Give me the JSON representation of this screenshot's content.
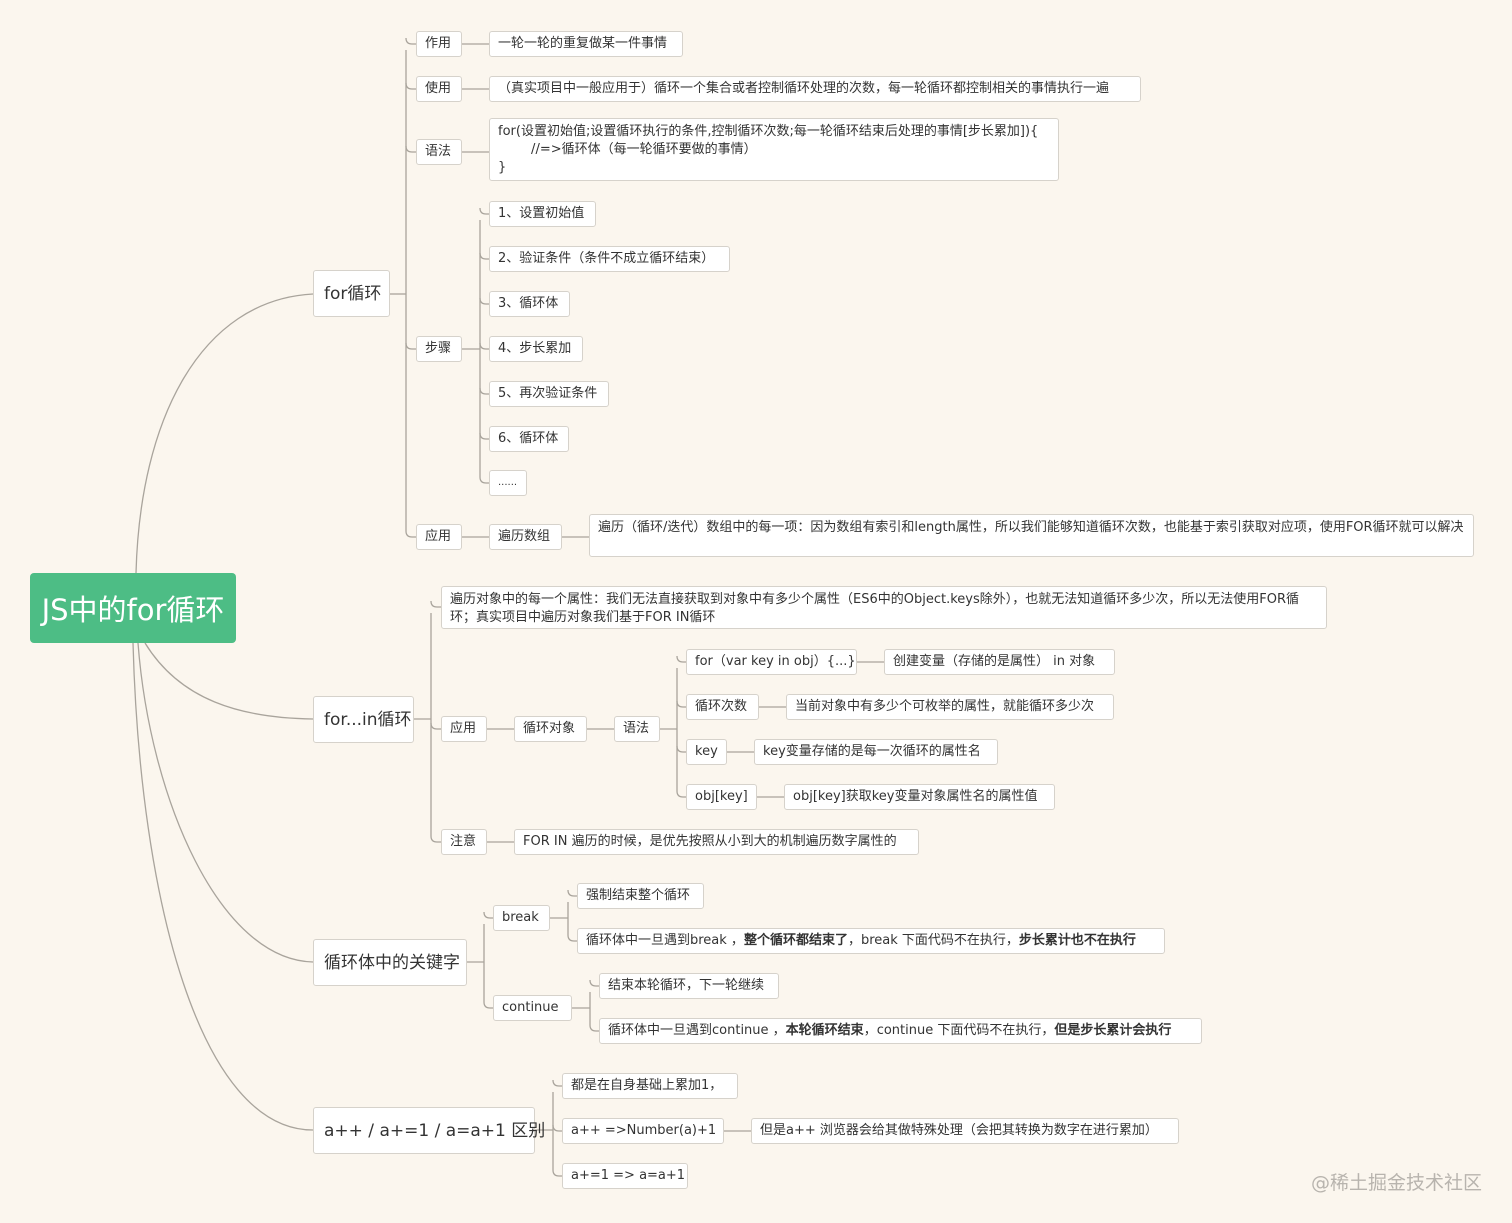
{
  "root": {
    "label": "JS中的for循环"
  },
  "for_loop": {
    "label": "for循环",
    "purpose": {
      "label": "作用",
      "text": "一轮一轮的重复做某一件事情"
    },
    "usage": {
      "label": "使用",
      "text": "（真实项目中一般应用于）循环一个集合或者控制循环处理的次数，每一轮循环都控制相关的事情执行一遍"
    },
    "syntax": {
      "label": "语法",
      "lines": [
        "for(设置初始值;设置循环执行的条件,控制循环次数;每一轮循环结束后处理的事情[步长累加]){",
        "        //=>循环体（每一轮循环要做的事情）",
        "}"
      ]
    },
    "steps": {
      "label": "步骤",
      "items": [
        "1、设置初始值",
        "2、验证条件（条件不成立循环结束）",
        "3、循环体",
        "4、步长累加",
        "5、再次验证条件",
        "6、循环体",
        "......"
      ]
    },
    "application": {
      "label": "应用",
      "sub_label": "遍历数组",
      "text": "遍历（循环/迭代）数组中的每一项：因为数组有索引和length属性，所以我们能够知道循环次数，也能基于索引获取对应项，使用FOR循环就可以解决"
    }
  },
  "for_in_loop": {
    "label": "for...in循环",
    "desc": "遍历对象中的每一个属性：我们无法直接获取到对象中有多少个属性（ES6中的Object.keys除外），也就无法知道循环多少次，所以无法使用FOR循环；真实项目中遍历对象我们基于FOR IN循环",
    "application": {
      "label": "应用",
      "target": "循环对象",
      "syntax_label": "语法",
      "rows": [
        {
          "key": "for（var key in obj）{...}",
          "value": "创建变量（存储的是属性） in  对象"
        },
        {
          "key": "循环次数",
          "value": "当前对象中有多少个可枚举的属性，就能循环多少次"
        },
        {
          "key": "key",
          "value": "key变量存储的是每一次循环的属性名"
        },
        {
          "key": "obj[key]",
          "value": "obj[key]获取key变量对象属性名的属性值"
        }
      ]
    },
    "note": {
      "label": "注意",
      "text": "FOR IN 遍历的时候，是优先按照从小到大的机制遍历数字属性的"
    }
  },
  "keywords": {
    "label": "循环体中的关键字",
    "break": {
      "label": "break",
      "items": [
        [
          "强制结束整个循环"
        ],
        [
          "循环体中一旦遇到break ，",
          "整个循环都结束了",
          "，break 下面代码不在执行，",
          "步长累计也不在执行"
        ]
      ]
    },
    "continue": {
      "label": "continue",
      "items": [
        [
          "结束本轮循环，下一轮继续"
        ],
        [
          "循环体中一旦遇到continue ，",
          "本轮循环结束",
          "，continue 下面代码不在执行，",
          "但是步长累计会执行"
        ]
      ]
    }
  },
  "increment": {
    "label": "a++ / a+=1 / a=a+1 区别",
    "items": [
      {
        "text": "都是在自身基础上累加1，"
      },
      {
        "text": "a++ =>Number(a)+1",
        "note": "但是a++ 浏览器会给其做特殊处理（会把其转换为数字在进行累加）"
      },
      {
        "text": "a+=1 => a=a+1"
      }
    ]
  },
  "watermark": "@稀土掘金技术社区",
  "colors": {
    "root_fill": "#4dbd85",
    "background": "#fbf6ee",
    "connector": "#a9a49c",
    "node_border": "#d6d2cb"
  }
}
